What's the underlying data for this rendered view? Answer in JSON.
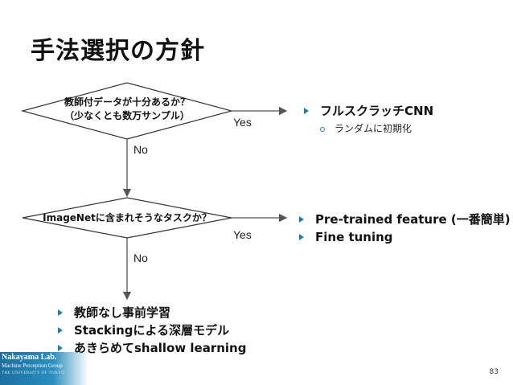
{
  "title": "手法選択の方針",
  "decision1": {
    "question_line1": "教師付データが十分あるか？",
    "question_line2": "（少なくとも数万サンプル）",
    "yes_label": "Yes",
    "no_label": "No",
    "yes_bullets": [
      "フルスクラッチCNN"
    ],
    "yes_subbullets": [
      "ランダムに初期化"
    ]
  },
  "decision2": {
    "question": "ImageNetに含まれそうなタスクか？",
    "yes_label": "Yes",
    "no_label": "No",
    "yes_bullets": [
      "Pre-trained  feature (一番簡単)",
      "Fine tuning"
    ]
  },
  "fallback_bullets": [
    "教師なし事前学習",
    "Stackingによる深層モデル",
    "あきらめてshallow learning"
  ],
  "footer": {
    "lab_name": "Nakayama Lab.",
    "group_name": "Machine Perception Group",
    "university": "THE UNIVERSITY OF TOKYO"
  },
  "page_number": "83",
  "colors": {
    "accent": "#1f7fa8",
    "logo_bar": "#1b6fa0"
  },
  "icons": [
    "triangle-bullet-icon",
    "ring-bullet-icon",
    "arrow-down-icon",
    "arrow-right-icon"
  ]
}
